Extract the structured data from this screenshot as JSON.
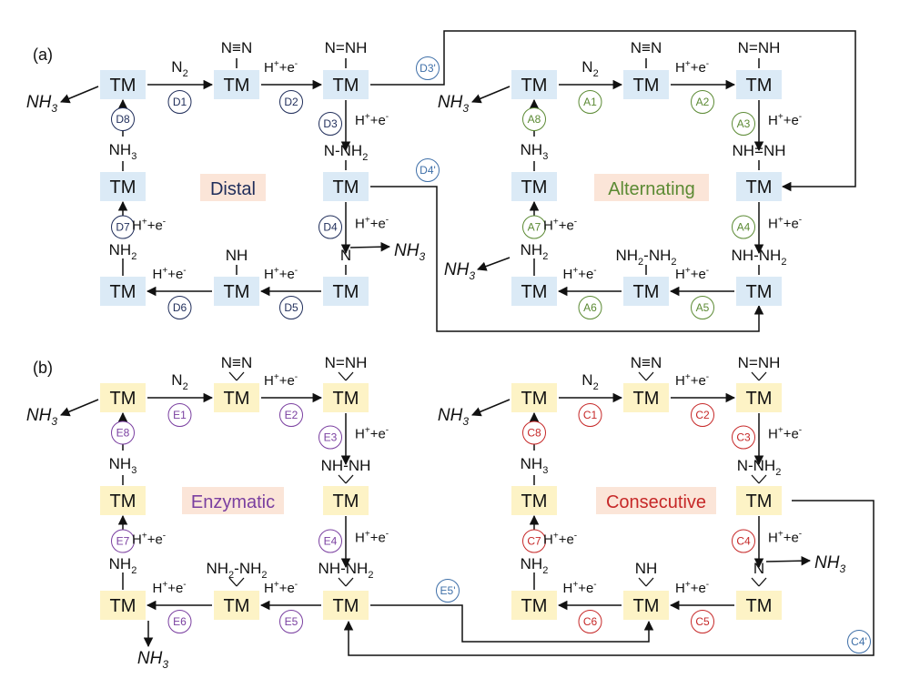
{
  "panels": {
    "a": "(a)",
    "b": "(b)"
  },
  "colors": {
    "tm_a": "#dbeaf6",
    "tm_b": "#fdf3c6",
    "title_bg": "#fbe5d8",
    "distal": "#1f2d5a",
    "alternating": "#5b8a33",
    "enzymatic": "#7a3fa0",
    "consecutive": "#c62828",
    "crossover": "#3e6fa8",
    "ink": "#111111"
  },
  "mechanisms": {
    "distal": {
      "title": "Distal",
      "steps": [
        "D1",
        "D2",
        "D3",
        "D4",
        "D5",
        "D6",
        "D7",
        "D8"
      ],
      "cross": [
        "D3'",
        "D4'"
      ],
      "species": {
        "s1": {
          "base": "N",
          "sub": "2"
        },
        "s2": {
          "text": "N≡N"
        },
        "s3": {
          "text": "N=NH"
        },
        "s4": {
          "base": "N-NH",
          "sub": "2"
        },
        "s5": {
          "text": "N"
        },
        "s6": {
          "text": "NH"
        },
        "s7": {
          "base": "NH",
          "sub": "2"
        },
        "s8": {
          "base": "NH",
          "sub": "3"
        }
      }
    },
    "alternating": {
      "title": "Alternating",
      "steps": [
        "A1",
        "A2",
        "A3",
        "A4",
        "A5",
        "A6",
        "A7",
        "A8"
      ],
      "species": {
        "s1": {
          "base": "N",
          "sub": "2"
        },
        "s2": {
          "text": "N≡N"
        },
        "s3": {
          "text": "N=NH"
        },
        "s4": {
          "text": "NH=NH"
        },
        "s5": {
          "base": "NH-NH",
          "sub": "2"
        },
        "s6": {
          "b1": "NH",
          "s1": "2",
          "b2": "-NH",
          "s2": "2"
        },
        "s7": {
          "base": "NH",
          "sub": "2"
        },
        "s8": {
          "base": "NH",
          "sub": "3"
        }
      }
    },
    "enzymatic": {
      "title": "Enzymatic",
      "steps": [
        "E1",
        "E2",
        "E3",
        "E4",
        "E5",
        "E6",
        "E7",
        "E8"
      ],
      "cross": [
        "E5'"
      ],
      "species": {
        "s1": {
          "base": "N",
          "sub": "2"
        },
        "s2": {
          "text": "N≡N"
        },
        "s3": {
          "text": "N=NH"
        },
        "s4": {
          "text": "NH-NH"
        },
        "s5": {
          "base": "NH-NH",
          "sub": "2"
        },
        "s6": {
          "b1": "NH",
          "s1": "2",
          "b2": "-NH",
          "s2": "2"
        },
        "s7": {
          "base": "NH",
          "sub": "2"
        },
        "s8": {
          "base": "NH",
          "sub": "3"
        }
      }
    },
    "consecutive": {
      "title": "Consecutive",
      "steps": [
        "C1",
        "C2",
        "C3",
        "C4",
        "C5",
        "C6",
        "C7",
        "C8"
      ],
      "cross": [
        "C4'"
      ],
      "species": {
        "s1": {
          "base": "N",
          "sub": "2"
        },
        "s2": {
          "text": "N≡N"
        },
        "s3": {
          "text": "N=NH"
        },
        "s4": {
          "base": "N-NH",
          "sub": "2"
        },
        "s5": {
          "text": "N"
        },
        "s6": {
          "text": "NH"
        },
        "s7": {
          "base": "NH",
          "sub": "2"
        },
        "s8": {
          "base": "NH",
          "sub": "3"
        }
      }
    }
  },
  "labels": {
    "tm": "TM",
    "h_base": "H",
    "h_sup": "+",
    "h_mid": "+e",
    "h_sup2": "-",
    "nh3_base": "NH",
    "nh3_sub": "3"
  }
}
